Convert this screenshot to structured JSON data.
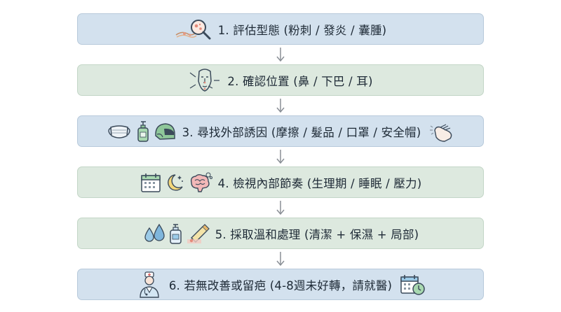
{
  "steps": [
    {
      "label": "1. 評估型態 (粉刺 / 發炎 / 囊腫)",
      "color": "blue",
      "icons": [
        "skin-magnifier-icon"
      ]
    },
    {
      "label": "2. 確認位置 (鼻 / 下巴 / 耳)",
      "color": "green",
      "icons": [
        "face-zones-icon"
      ]
    },
    {
      "label": "3. 尋找外部誘因 (摩擦 / 髮品 / 口罩 / 安全帽)",
      "color": "blue",
      "icons": [
        "mask-icon",
        "pump-bottle-icon",
        "helmet-icon"
      ],
      "right_icons": [
        "hand-friction-icon"
      ]
    },
    {
      "label": "4. 檢視內部節奏 (生理期 / 睡眠 / 壓力)",
      "color": "green",
      "icons": [
        "calendar-icon",
        "moon-stars-icon",
        "brain-icon"
      ]
    },
    {
      "label": "5. 採取溫和處理 (清潔 + 保濕 + 局部)",
      "color": "green",
      "icons": [
        "water-drops-icon",
        "lotion-bottle-icon",
        "ointment-tube-icon"
      ]
    },
    {
      "label": "6. 若無改善或留疤 (4-8週未好轉，請就醫)",
      "color": "blue",
      "icons": [
        "doctor-icon"
      ],
      "right_icons": [
        "calendar-clock-icon"
      ]
    }
  ]
}
